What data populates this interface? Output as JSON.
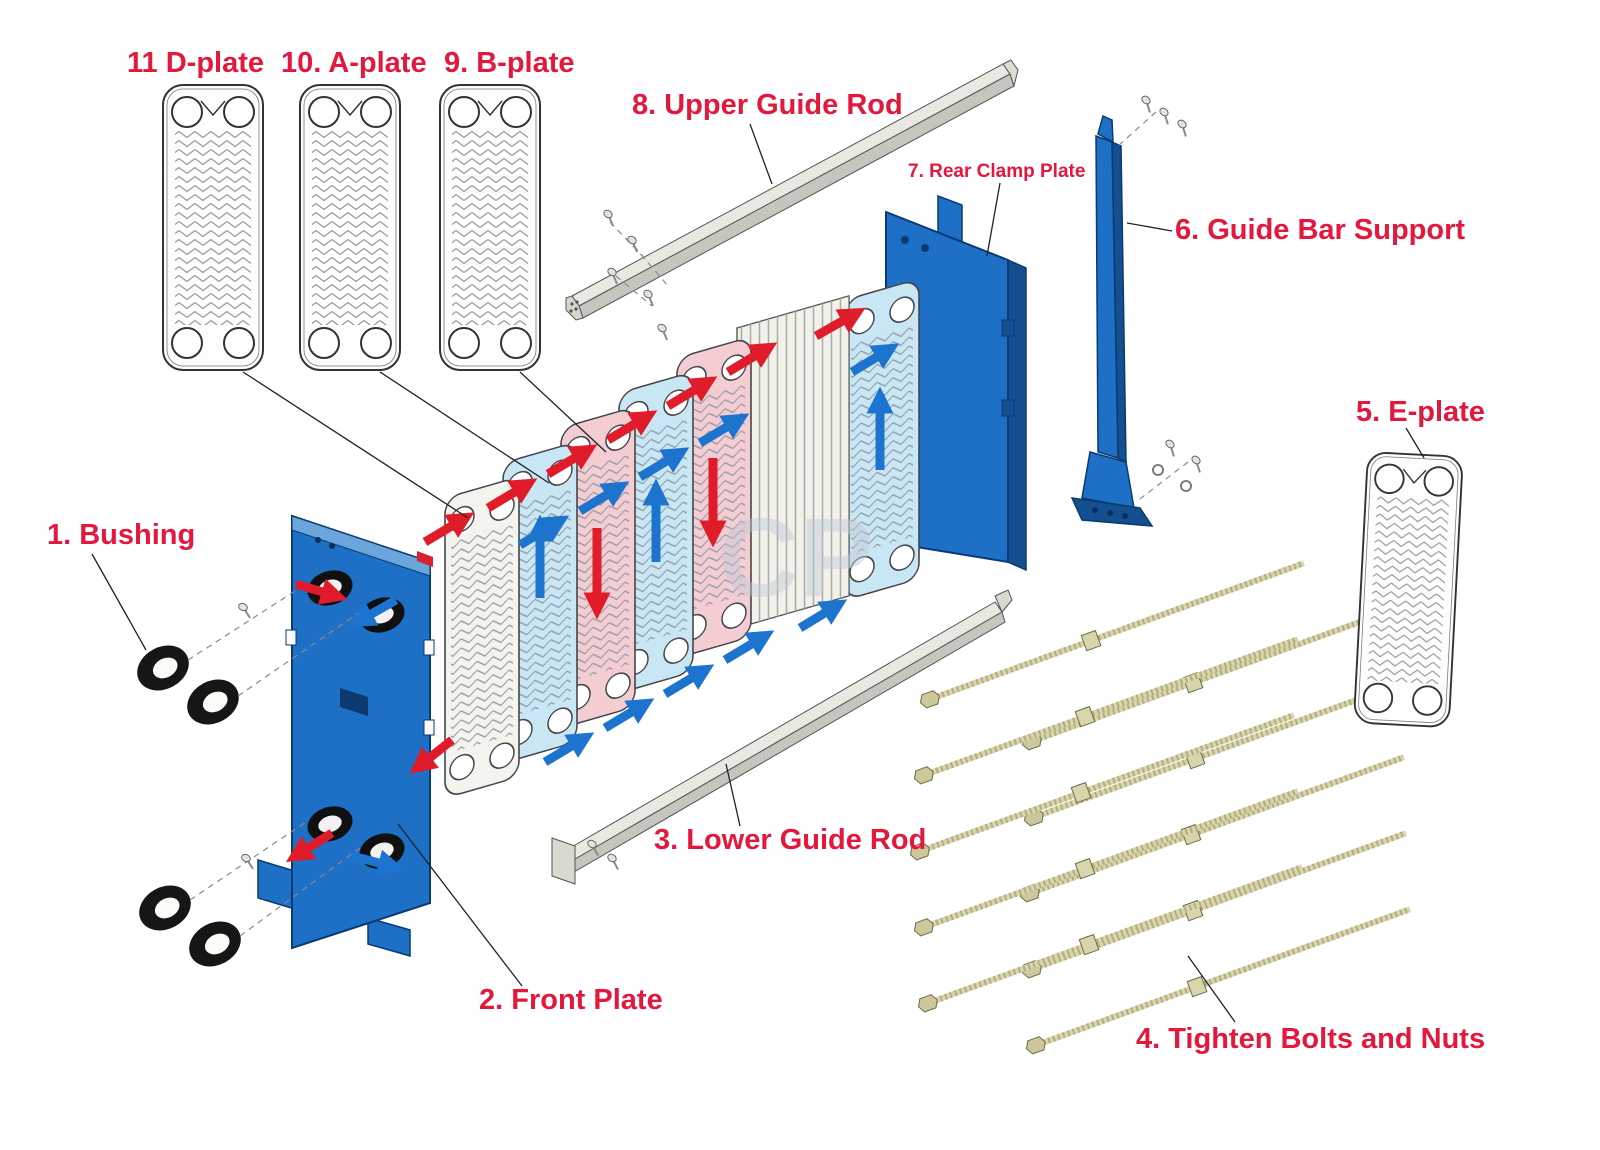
{
  "diagram": {
    "type": "exploded-parts-diagram",
    "subject": "Plate heat exchanger assembly",
    "watermark": "CP",
    "labels": {
      "bushing": "1. Bushing",
      "front_plate": "2. Front Plate",
      "lower_guide_rod": "3. Lower Guide Rod",
      "tighten_bolts": "4. Tighten Bolts and Nuts",
      "e_plate": "5. E-plate",
      "guide_bar_support": "6. Guide Bar Support",
      "rear_clamp_plate": "7. Rear Clamp Plate",
      "upper_guide_rod": "8. Upper Guide Rod",
      "b_plate": "9. B-plate",
      "a_plate": "10. A-plate",
      "d_plate": "11 D-plate"
    },
    "colors": {
      "label_red": "#e4173c",
      "part_blue": "#1e6fc6",
      "part_blue_dark": "#14508f",
      "plate_light_blue": "#c9e6f4",
      "plate_pink": "#f4cdd2",
      "plate_white": "#f4f4ee",
      "rod_gray": "#e9e9e2",
      "bolt_tan": "#d8d5ac",
      "arrow_red": "#e01b2a",
      "arrow_blue": "#1d74cf"
    }
  }
}
